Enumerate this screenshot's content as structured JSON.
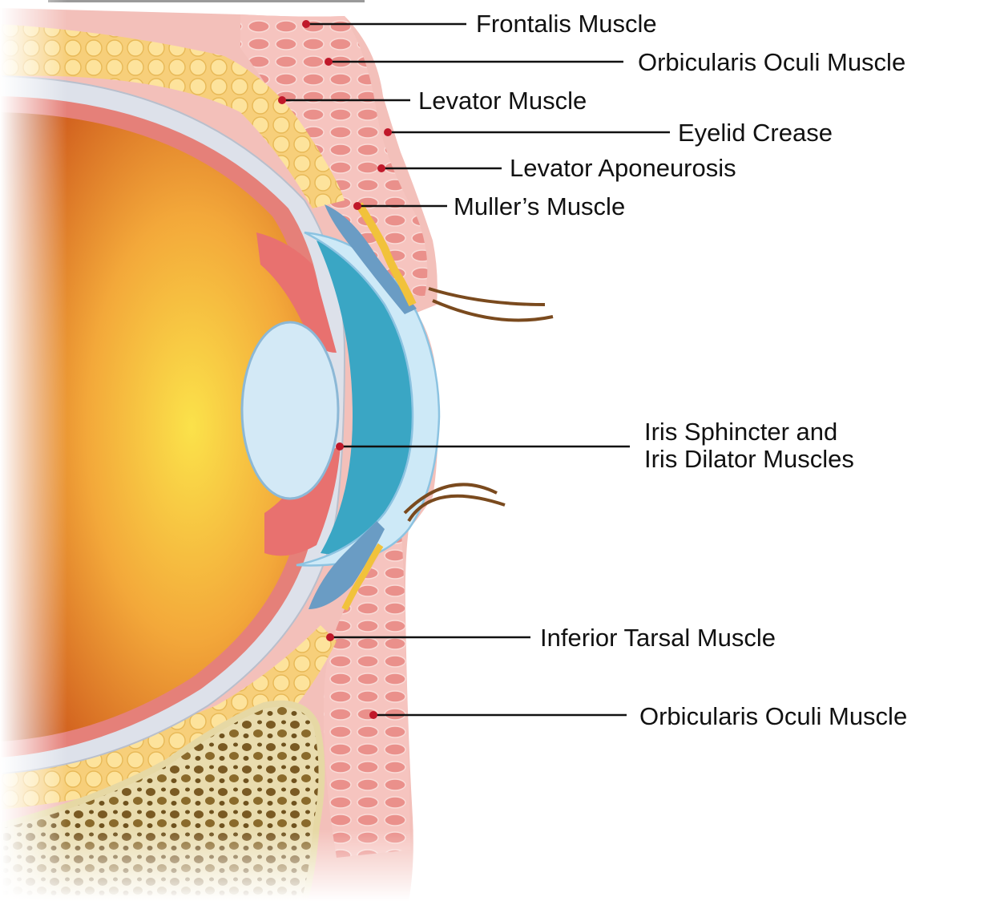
{
  "labels": {
    "frontalis": "Frontalis Muscle",
    "orbicularis_upper": "Orbicularis Oculi Muscle",
    "levator_muscle": "Levator Muscle",
    "eyelid_crease": "Eyelid Crease",
    "levator_aponeurosis": "Levator Aponeurosis",
    "muller": "Muller’s Muscle",
    "iris_line1": "Iris Sphincter and",
    "iris_line2": "Iris Dilator Muscles",
    "inferior_tarsal": "Inferior Tarsal Muscle",
    "orbicularis_lower": "Orbicularis Oculi Muscle"
  },
  "colors": {
    "skin": "#f3b8b3",
    "muscle": "#e8716f",
    "fat": "#fbd98a",
    "sclera": "#d9dde8",
    "globe": "#e88a2a",
    "lens": "#cfe6f5",
    "cornea": "#a9d8ef",
    "bone": "#d8c38c",
    "leader": "#111111",
    "dot": "#c0182a"
  }
}
